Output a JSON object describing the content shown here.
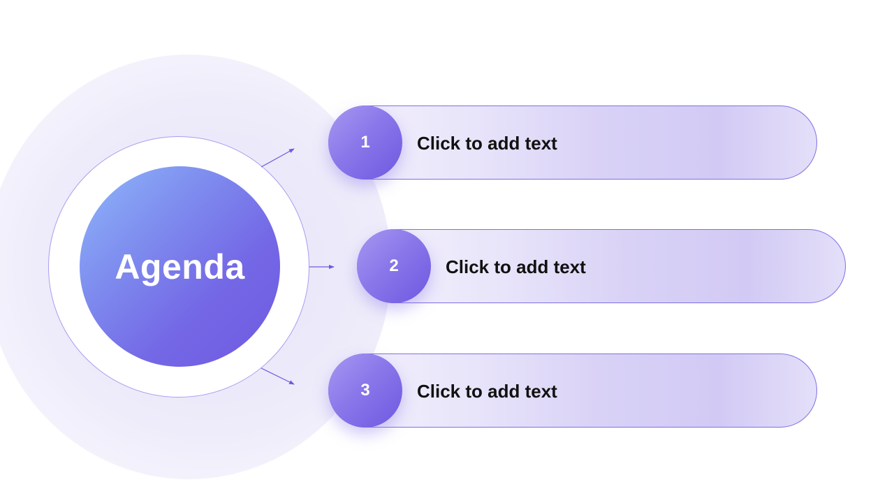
{
  "slide": {
    "center_title": "Agenda",
    "items": [
      {
        "number": "1",
        "text": "Click to add text"
      },
      {
        "number": "2",
        "text": "Click to add text"
      },
      {
        "number": "3",
        "text": "Click to add text"
      }
    ]
  },
  "colors": {
    "accent": "#7468e6",
    "accent_light": "#8fb8fb",
    "outline": "#7e6fe6",
    "pill_fill": "#d9d2f6",
    "text": "#111111",
    "background": "#ffffff"
  }
}
